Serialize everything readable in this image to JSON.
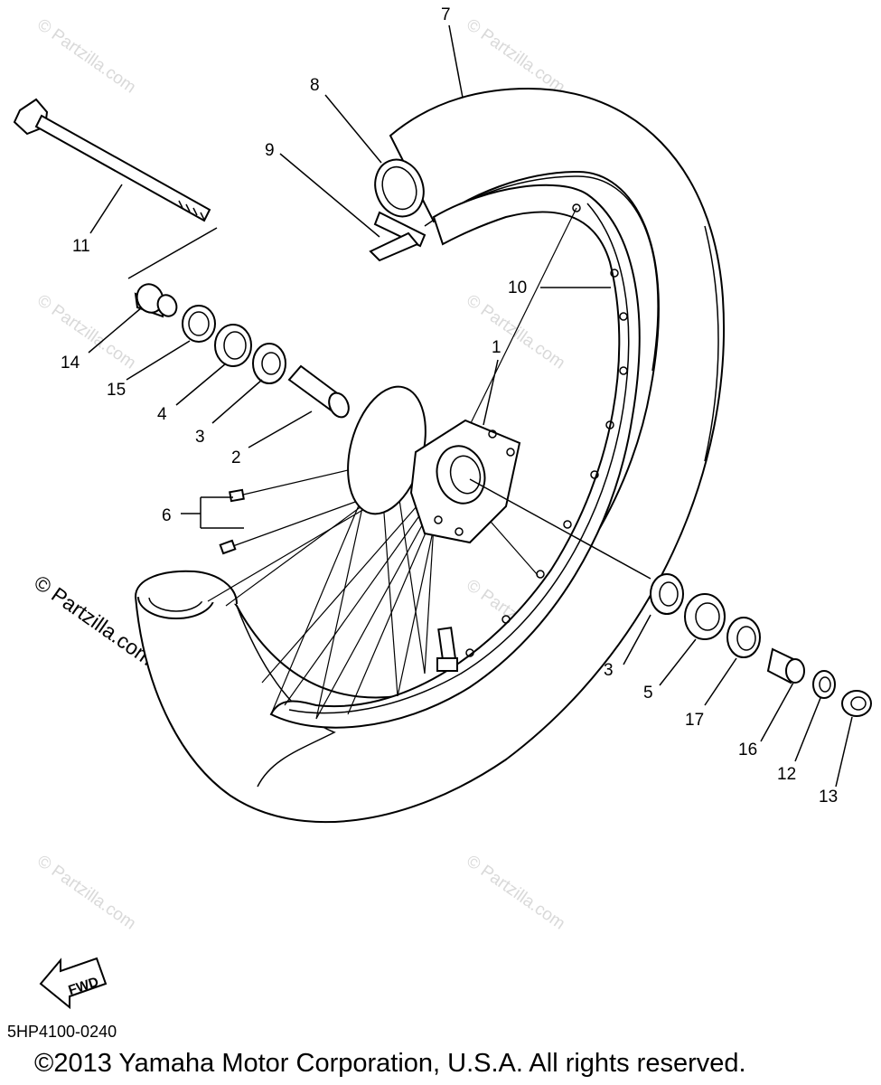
{
  "callouts": [
    {
      "id": "7",
      "text": "7"
    },
    {
      "id": "8",
      "text": "8"
    },
    {
      "id": "9",
      "text": "9"
    },
    {
      "id": "11",
      "text": "11"
    },
    {
      "id": "10",
      "text": "10"
    },
    {
      "id": "1",
      "text": "1"
    },
    {
      "id": "14",
      "text": "14"
    },
    {
      "id": "15",
      "text": "15"
    },
    {
      "id": "4",
      "text": "4"
    },
    {
      "id": "3a",
      "text": "3"
    },
    {
      "id": "2",
      "text": "2"
    },
    {
      "id": "6",
      "text": "6"
    },
    {
      "id": "3b",
      "text": "3"
    },
    {
      "id": "5",
      "text": "5"
    },
    {
      "id": "17",
      "text": "17"
    },
    {
      "id": "16",
      "text": "16"
    },
    {
      "id": "12",
      "text": "12"
    },
    {
      "id": "13",
      "text": "13"
    }
  ],
  "watermark": {
    "text": "© Partzilla.com"
  },
  "fwd_arrow": {
    "text": "FWD"
  },
  "diagram_code": "5HP4100-0240",
  "copyright": "©2013  Yamaha Motor Corporation, U.S.A. All rights reserved."
}
